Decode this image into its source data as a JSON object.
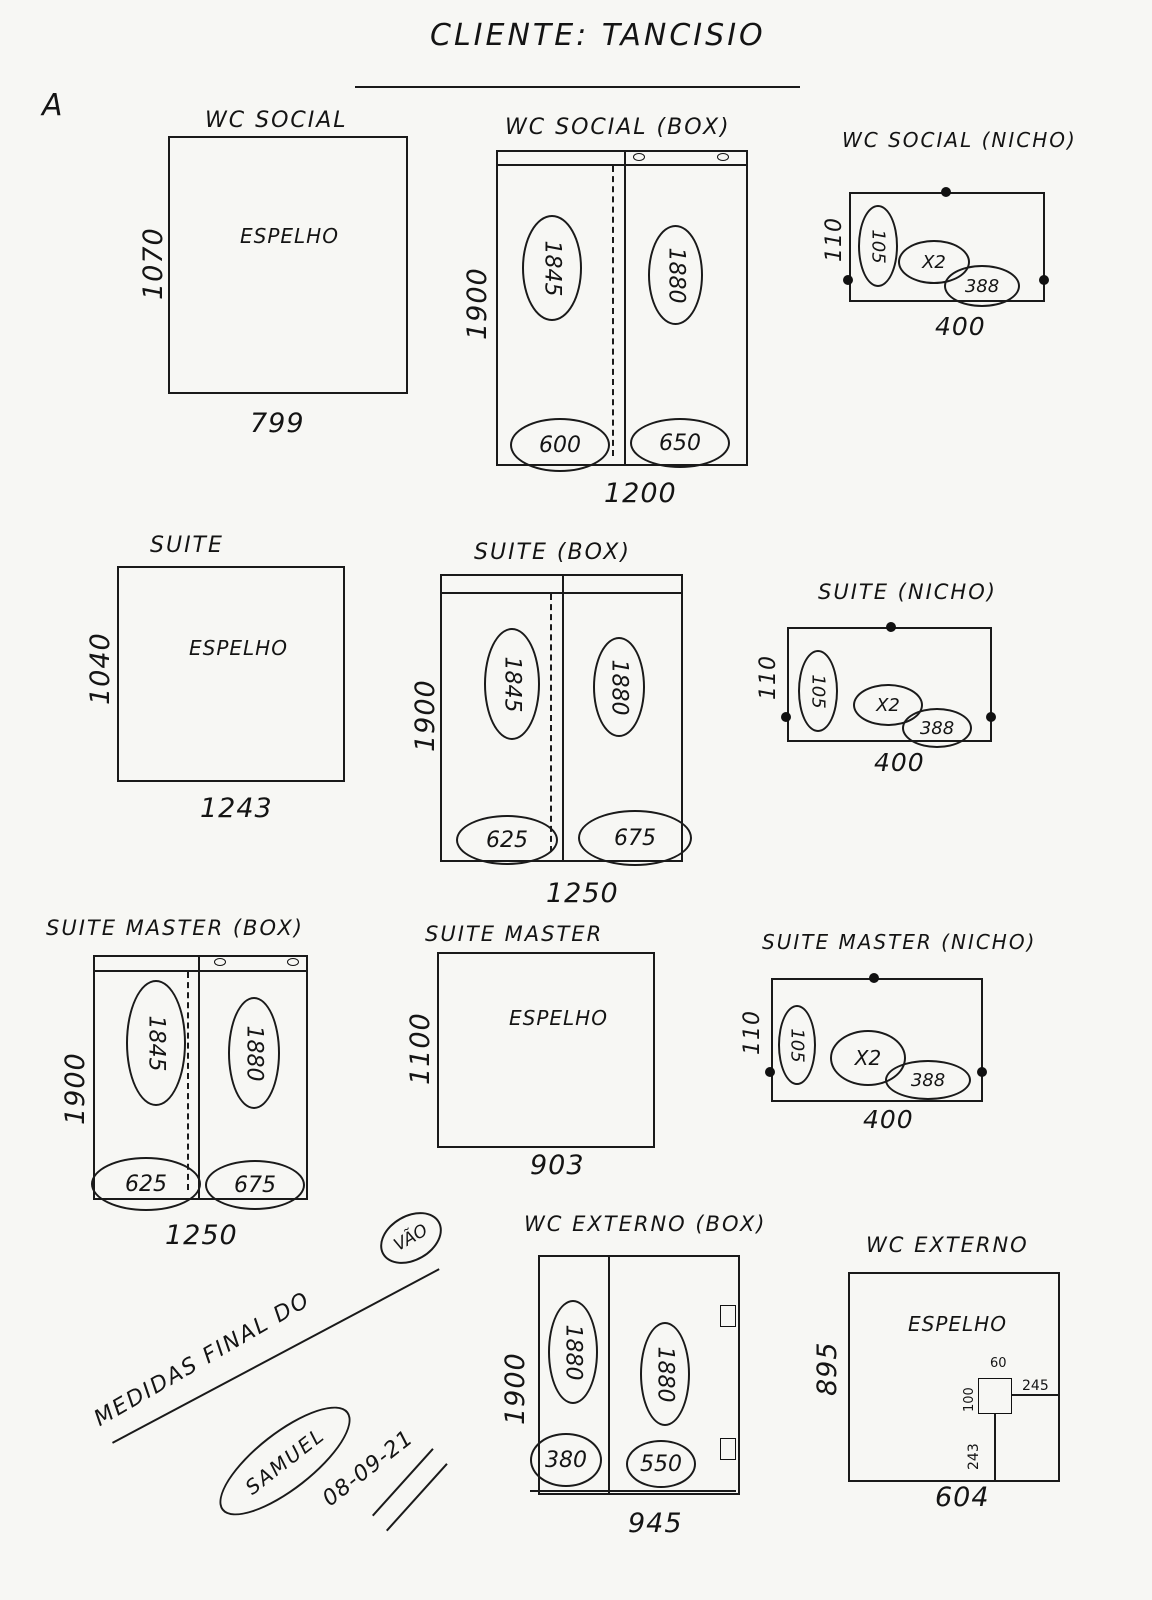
{
  "title": "CLIENTE: TANCISIO",
  "mark": "A",
  "sections": {
    "wc_social": {
      "label": "WC SOCIAL",
      "inner": "ESPELHO",
      "height": "1070",
      "width": "799"
    },
    "wc_social_box": {
      "label": "WC SOCIAL (BOX)",
      "height": "1900",
      "width": "1200",
      "ovals": [
        "1845",
        "1880",
        "600",
        "650"
      ]
    },
    "wc_social_nicho": {
      "label": "WC SOCIAL (NICHO)",
      "height": "110",
      "width": "400",
      "ovals": [
        "105",
        "X2",
        "388"
      ]
    },
    "suite": {
      "label": "SUITE",
      "inner": "ESPELHO",
      "height": "1040",
      "width": "1243"
    },
    "suite_box": {
      "label": "SUITE (BOX)",
      "height": "1900",
      "width": "1250",
      "ovals": [
        "1845",
        "1880",
        "625",
        "675"
      ]
    },
    "suite_nicho": {
      "label": "SUITE (NICHO)",
      "height": "110",
      "width": "400",
      "ovals": [
        "105",
        "X2",
        "388"
      ]
    },
    "master_box": {
      "label": "SUITE MASTER (BOX)",
      "height": "1900",
      "width": "1250",
      "ovals": [
        "1845",
        "1880",
        "625",
        "675"
      ]
    },
    "master": {
      "label": "SUITE MASTER",
      "inner": "ESPELHO",
      "height": "1100",
      "width": "903"
    },
    "master_nicho": {
      "label": "SUITE MASTER (NICHO)",
      "height": "110",
      "width": "400",
      "ovals": [
        "105",
        "X2",
        "388"
      ]
    },
    "externo_box": {
      "label": "WC EXTERNO (BOX)",
      "height": "1900",
      "width": "945",
      "ovals": [
        "1880",
        "1880",
        "380",
        "550"
      ]
    },
    "externo": {
      "label": "WC EXTERNO",
      "inner": "ESPELHO",
      "height": "895",
      "width": "604",
      "small": [
        "60",
        "100",
        "245",
        "243"
      ]
    }
  },
  "note": {
    "text": "MEDIDAS FINAL DO",
    "circled": "VÃO"
  },
  "signature": {
    "name": "SAMUEL",
    "date": "08-09-21"
  }
}
